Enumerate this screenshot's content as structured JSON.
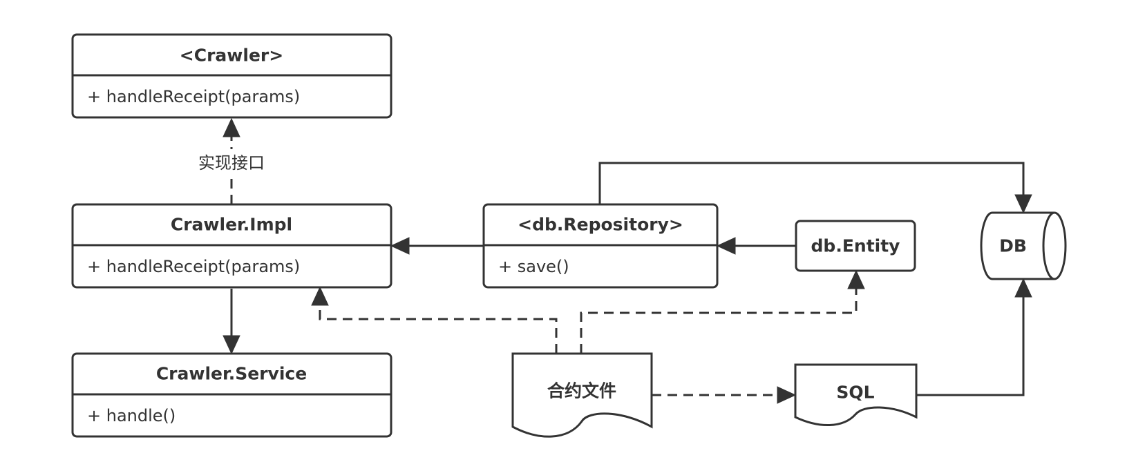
{
  "classes": {
    "crawler": {
      "title": "<Crawler>",
      "method": "+  handleReceipt(params)"
    },
    "impl": {
      "title": "Crawler.Impl",
      "method": "+  handleReceipt(params)"
    },
    "service": {
      "title": "Crawler.Service",
      "method": "+  handle()"
    },
    "repository": {
      "title": "<db.Repository>",
      "method": "+  save()"
    }
  },
  "nodes": {
    "entity": "db.Entity",
    "db": "DB",
    "contract": "合约文件",
    "sql": "SQL"
  },
  "edges": {
    "implements_label": "实现接口"
  },
  "colors": {
    "stroke": "#333333",
    "background": "#ffffff"
  }
}
